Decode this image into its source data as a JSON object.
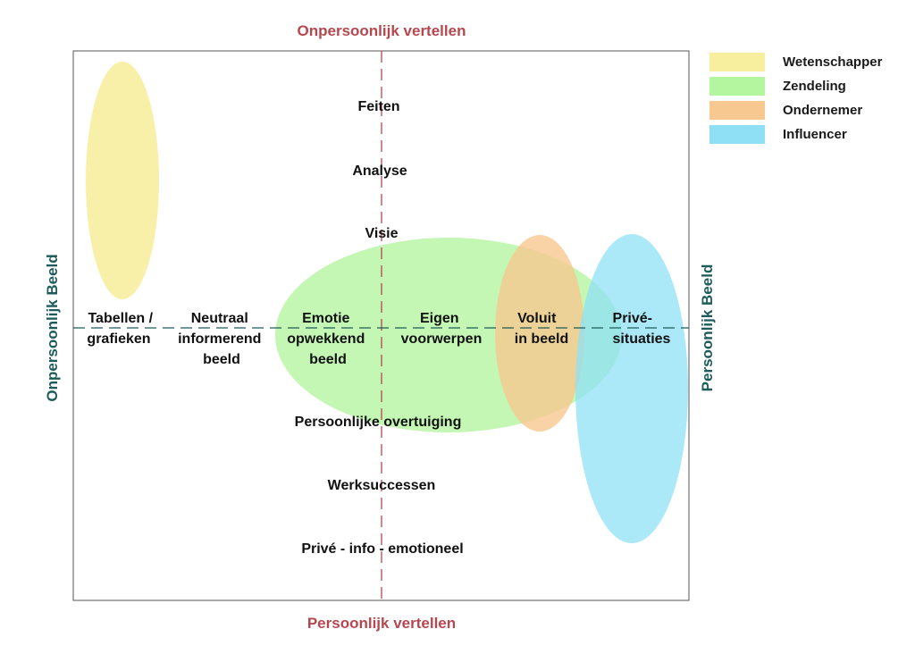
{
  "axes": {
    "top": "Onpersoonlijk vertellen",
    "bottom": "Persoonlijk vertellen",
    "left": "Onpersoonlijk Beeld",
    "right": "Persoonlijk Beeld"
  },
  "colors": {
    "axis_title_vertical": "#b5474f",
    "axis_title_horizontal": "#1d5c5a",
    "wetenschapper": "#f7ee9e",
    "zendeling": "#b4f5a0",
    "ondernemer": "#f7c890",
    "influencer": "#8fe0f5"
  },
  "vertical_items": [
    "Feiten",
    "Analyse",
    "Visie",
    "Persoonlijke overtuiging",
    "Werksuccessen",
    "Privé - info - emotioneel"
  ],
  "horizontal_items": [
    [
      "Tabellen /",
      "grafieken"
    ],
    [
      "Neutraal",
      "informerend",
      "beeld"
    ],
    [
      "Emotie",
      "opwekkend",
      "beeld"
    ],
    [
      "Eigen",
      "voorwerpen"
    ],
    [
      "Voluit",
      "in beeld"
    ],
    [
      "Privé-",
      "situaties"
    ]
  ],
  "legend": [
    "Wetenschapper",
    "Zendeling",
    "Ondernemer",
    "Influencer"
  ]
}
